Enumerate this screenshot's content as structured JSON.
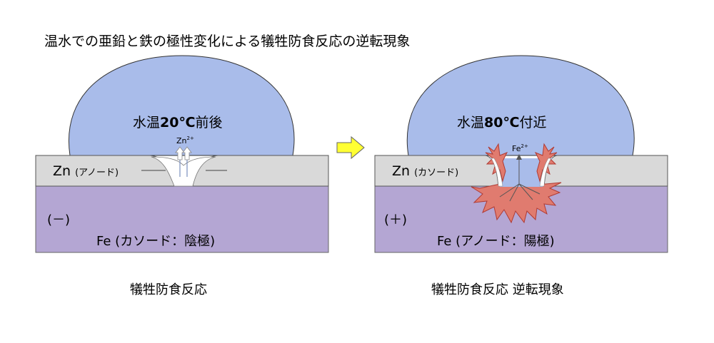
{
  "title": "温水での亜鉛と鉄の極性変化による犠牲防食反応の逆転現象",
  "left_panel": {
    "temperature_prefix": "水温",
    "temperature_value": "20℃",
    "temperature_suffix": "前後",
    "ion_label": "Zn",
    "ion_charge": "2+",
    "zn_metal": "Zn",
    "zn_role": "(アノード)",
    "polarity": "(－)",
    "fe_label": "Fe (カソード：陰極)",
    "caption": "犠牲防食反応"
  },
  "right_panel": {
    "temperature_prefix": "水温",
    "temperature_value": "80℃",
    "temperature_suffix": "付近",
    "ion_label": "Fe",
    "ion_charge": "2+",
    "zn_metal": "Zn",
    "zn_role": "(カソード)",
    "polarity": "(＋)",
    "fe_label": "Fe (アノード：陽極)",
    "caption": "犠牲防食反応 逆転現象"
  },
  "colors": {
    "water": "#a9bcea",
    "zinc": "#d9d9d9",
    "iron": "#b4a6d3",
    "corrosion": "#e07b6f",
    "corrosion_stroke": "#b03a32",
    "arrow": "#ffff33"
  },
  "icons": {
    "transition_arrow": "right-arrow-icon"
  }
}
